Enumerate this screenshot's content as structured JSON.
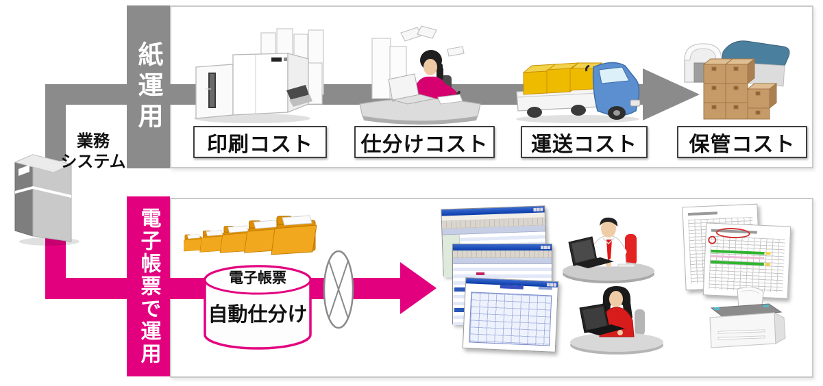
{
  "colors": {
    "paper_flow_gray": "#8B8B8B",
    "digital_flow_magenta": "#E3007F"
  },
  "paper_flow": {
    "band_label": "紙運用",
    "cost_labels": [
      "印刷コスト",
      "仕分けコスト",
      "運送コスト",
      "保管コスト"
    ],
    "icons": [
      "production-printer-icon",
      "sorting-worker-icon",
      "delivery-truck-icon",
      "warehouse-boxes-icon"
    ]
  },
  "business_system": {
    "line1": "業務",
    "line2": "システム",
    "icon": "server-tower-icon"
  },
  "digital_flow": {
    "band_label": "電子帳票で運用",
    "database": {
      "top_label": "電子帳票",
      "body_label": "自動仕分け"
    },
    "icons": [
      "folders-icon",
      "database-cylinder-icon",
      "filter-valve-icon",
      "form-windows-icon",
      "male-operator-icon",
      "female-operator-icon",
      "report-sheets-icon",
      "laser-printer-icon"
    ]
  }
}
